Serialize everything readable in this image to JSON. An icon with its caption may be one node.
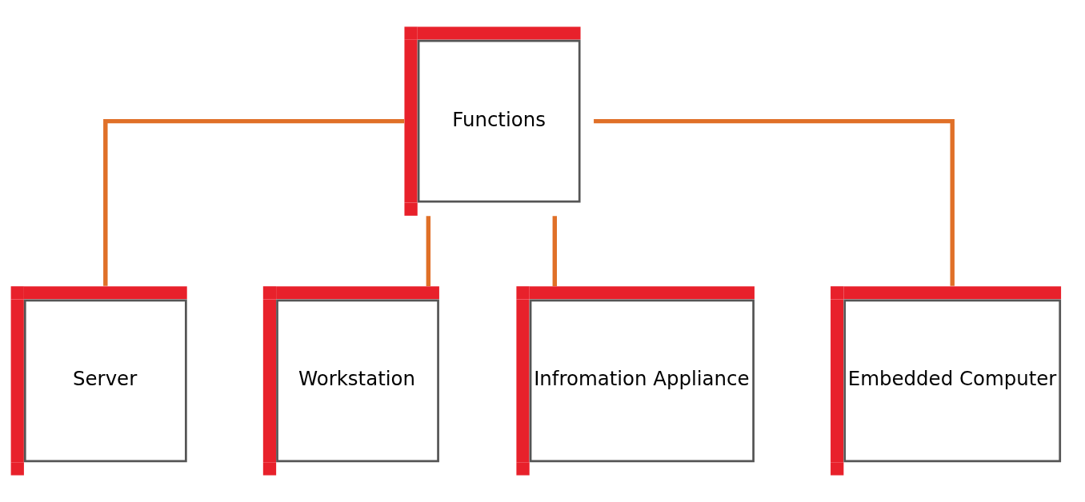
{
  "diagram": {
    "nodes": [
      {
        "text": [
          "Functions"
        ]
      },
      {
        "text": [
          "Server"
        ]
      },
      {
        "text": [
          "Workstation"
        ]
      },
      {
        "text": [
          "Infromation Appliance"
        ]
      },
      {
        "text": [
          "Embedded Computer"
        ]
      }
    ],
    "edges": [
      {
        "from": 0,
        "to": 1,
        "arrow": "none"
      },
      {
        "from": 0,
        "to": 2,
        "arrow": "none"
      },
      {
        "from": 0,
        "to": 3,
        "arrow": "none"
      },
      {
        "from": 0,
        "to": 4,
        "arrow": "none"
      }
    ]
  }
}
